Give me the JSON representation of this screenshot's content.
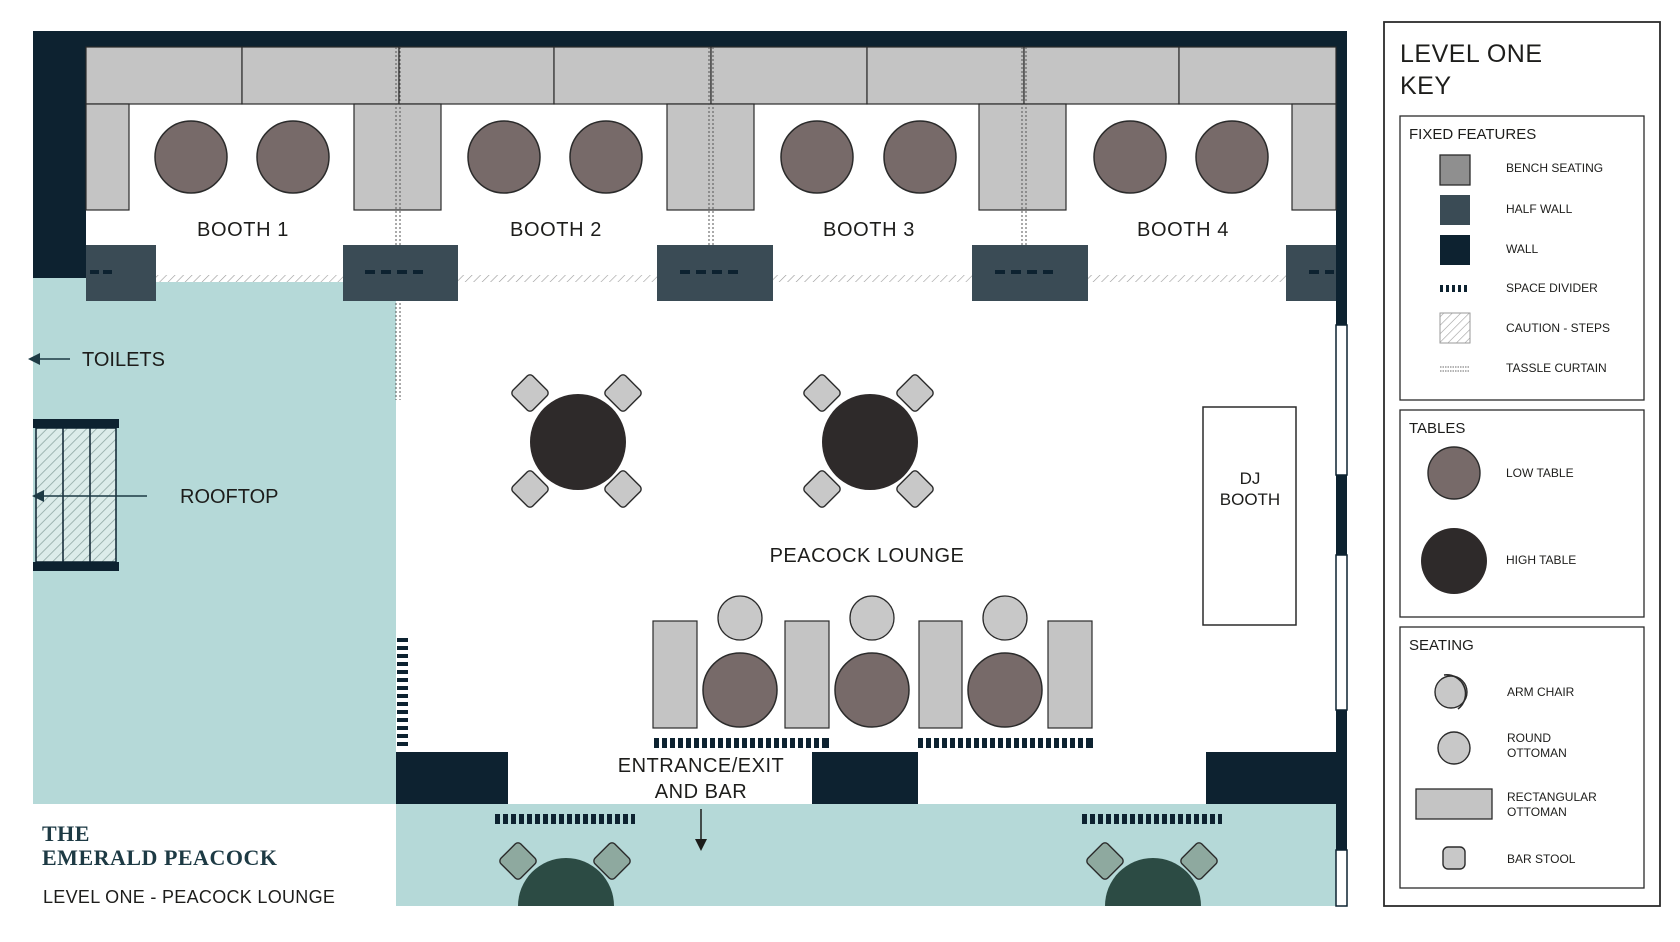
{
  "booths": [
    "BOOTH 1",
    "BOOTH 2",
    "BOOTH 3",
    "BOOTH 4"
  ],
  "labels": {
    "toilets": "TOILETS",
    "rooftop": "ROOFTOP",
    "lounge": "PEACOCK LOUNGE",
    "dj_line1": "DJ",
    "dj_line2": "BOOTH",
    "entrance_line1": "ENTRANCE/EXIT",
    "entrance_line2": "AND BAR"
  },
  "brand": {
    "name_line1": "THE",
    "name_line2": "EMERALD PEACOCK",
    "level": "LEVEL ONE - PEACOCK LOUNGE"
  },
  "key": {
    "title_line1": "LEVEL ONE",
    "title_line2": "KEY",
    "fixed_title": "FIXED FEATURES",
    "fixed": [
      "BENCH SEATING",
      "HALF WALL",
      "WALL",
      "SPACE DIVIDER",
      "CAUTION - STEPS",
      "TASSLE CURTAIN"
    ],
    "tables_title": "TABLES",
    "tables": [
      "LOW TABLE",
      "HIGH TABLE"
    ],
    "seating_title": "SEATING",
    "arm_chair": "ARM CHAIR",
    "round_ottoman_1": "ROUND",
    "round_ottoman_2": "OTTOMAN",
    "rect_ottoman_1": "RECTANGULAR",
    "rect_ottoman_2": "OTTOMAN",
    "bar_stool": "BAR STOOL"
  },
  "colors": {
    "wall": "#0d2230",
    "half_wall": "#3a4b55",
    "bench": "#c4c4c4",
    "low_table": "#776a69",
    "high_table": "#2e2a2a",
    "rooftop_zone": "#b5d9d8",
    "bar_table": "#2c4b44",
    "bar_stool": "#8ea99f"
  }
}
